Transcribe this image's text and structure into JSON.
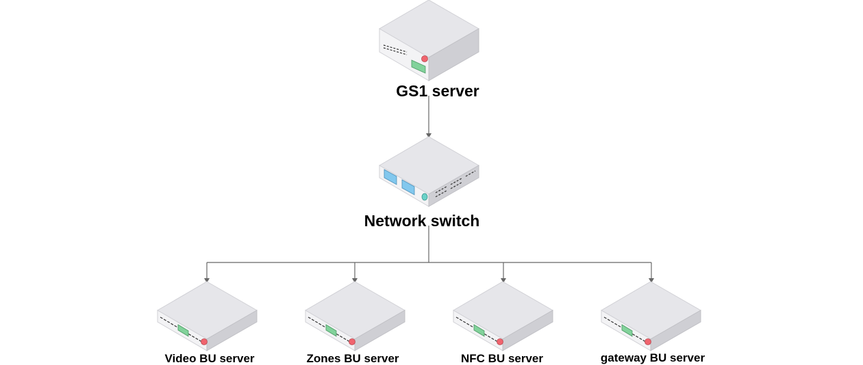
{
  "nodes": {
    "gs1_server": {
      "label": "GS1 server",
      "icon": "server-icon"
    },
    "network_switch": {
      "label": "Network switch",
      "icon": "network-switch-icon"
    },
    "video_bu_server": {
      "label": "Video BU server",
      "icon": "server-icon"
    },
    "zones_bu_server": {
      "label": "Zones BU server",
      "icon": "server-icon"
    },
    "nfc_bu_server": {
      "label": "NFC BU server",
      "icon": "server-icon"
    },
    "gateway_bu_server": {
      "label": "gateway BU server",
      "icon": "server-icon"
    }
  },
  "edges": [
    {
      "from": "gs1_server",
      "to": "network_switch"
    },
    {
      "from": "network_switch",
      "to": "video_bu_server"
    },
    {
      "from": "network_switch",
      "to": "zones_bu_server"
    },
    {
      "from": "network_switch",
      "to": "nfc_bu_server"
    },
    {
      "from": "network_switch",
      "to": "gateway_bu_server"
    }
  ],
  "colors": {
    "connector": "#666666",
    "led_red": "#f0646e",
    "port_green": "#82d29b",
    "port_blue": "#82c8ee",
    "led_teal": "#6ad2c8"
  }
}
